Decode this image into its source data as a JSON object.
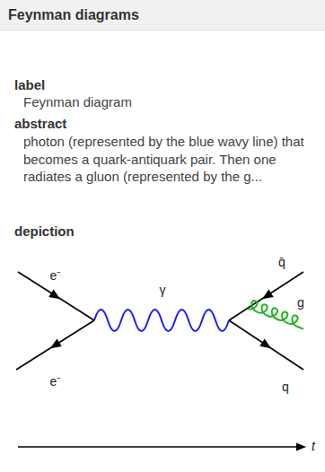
{
  "diagram": {
    "title": "Feynman diagrams",
    "labels": [
      "label",
      "Feynman diagram",
      "abstract",
      "photon (represented by the blue wavy line) that becomes a quark-antiquark pair. Then one radiates a gluon (represented by the g...",
      "depiction",
      "e⁻",
      "γ",
      "q̄",
      "g",
      "e⁻",
      "q",
      "t"
    ]
  }
}
